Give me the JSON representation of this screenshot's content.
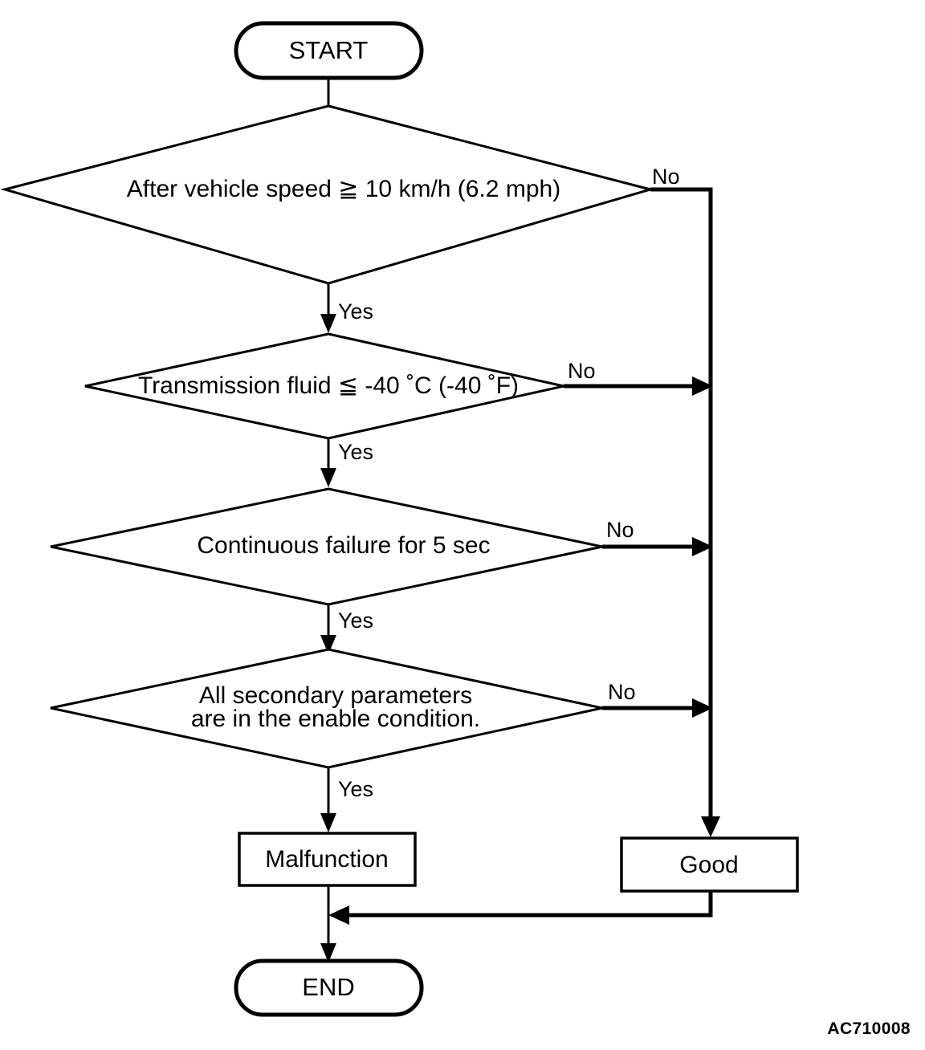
{
  "diagram": {
    "type": "flowchart",
    "title": "",
    "figure_code": "AC710008",
    "nodes": [
      {
        "id": "start",
        "shape": "terminator",
        "label": "START"
      },
      {
        "id": "d1",
        "shape": "decision",
        "label": "After vehicle speed ≧ 10 km/h (6.2 mph)",
        "line1": "After vehicle speed ≧ 10 km/h (6.2 mph)",
        "line2": ""
      },
      {
        "id": "d2",
        "shape": "decision",
        "label": "Transmission fluid ≦ -40 ˚C (-40 ˚F)",
        "line1": "Transmission fluid ≦ -40 ˚C (-40 ˚F)",
        "line2": ""
      },
      {
        "id": "d3",
        "shape": "decision",
        "label": "Continuous failure for 5 sec",
        "line1": "Continuous failure for 5 sec",
        "line2": ""
      },
      {
        "id": "d4",
        "shape": "decision",
        "label": "All secondary parameters are in the enable condition.",
        "line1": "All secondary parameters",
        "line2": "are in the enable condition."
      },
      {
        "id": "malfunction",
        "shape": "process",
        "label": "Malfunction"
      },
      {
        "id": "good",
        "shape": "process",
        "label": "Good"
      },
      {
        "id": "end",
        "shape": "terminator",
        "label": "END"
      }
    ],
    "edges": [
      {
        "from": "start",
        "to": "d1",
        "label": ""
      },
      {
        "from": "d1",
        "to": "d2",
        "label": "Yes"
      },
      {
        "from": "d1",
        "to": "good",
        "label": "No"
      },
      {
        "from": "d2",
        "to": "d3",
        "label": "Yes"
      },
      {
        "from": "d2",
        "to": "good",
        "label": "No"
      },
      {
        "from": "d3",
        "to": "d4",
        "label": "Yes"
      },
      {
        "from": "d3",
        "to": "good",
        "label": "No"
      },
      {
        "from": "d4",
        "to": "malfunction",
        "label": "Yes"
      },
      {
        "from": "d4",
        "to": "good",
        "label": "No"
      },
      {
        "from": "malfunction",
        "to": "end",
        "label": ""
      },
      {
        "from": "good",
        "to": "end",
        "label": ""
      }
    ],
    "labels": {
      "yes": "Yes",
      "no": "No"
    },
    "colors": {
      "stroke": "#000000",
      "fill": "#ffffff",
      "text": "#000000"
    }
  }
}
